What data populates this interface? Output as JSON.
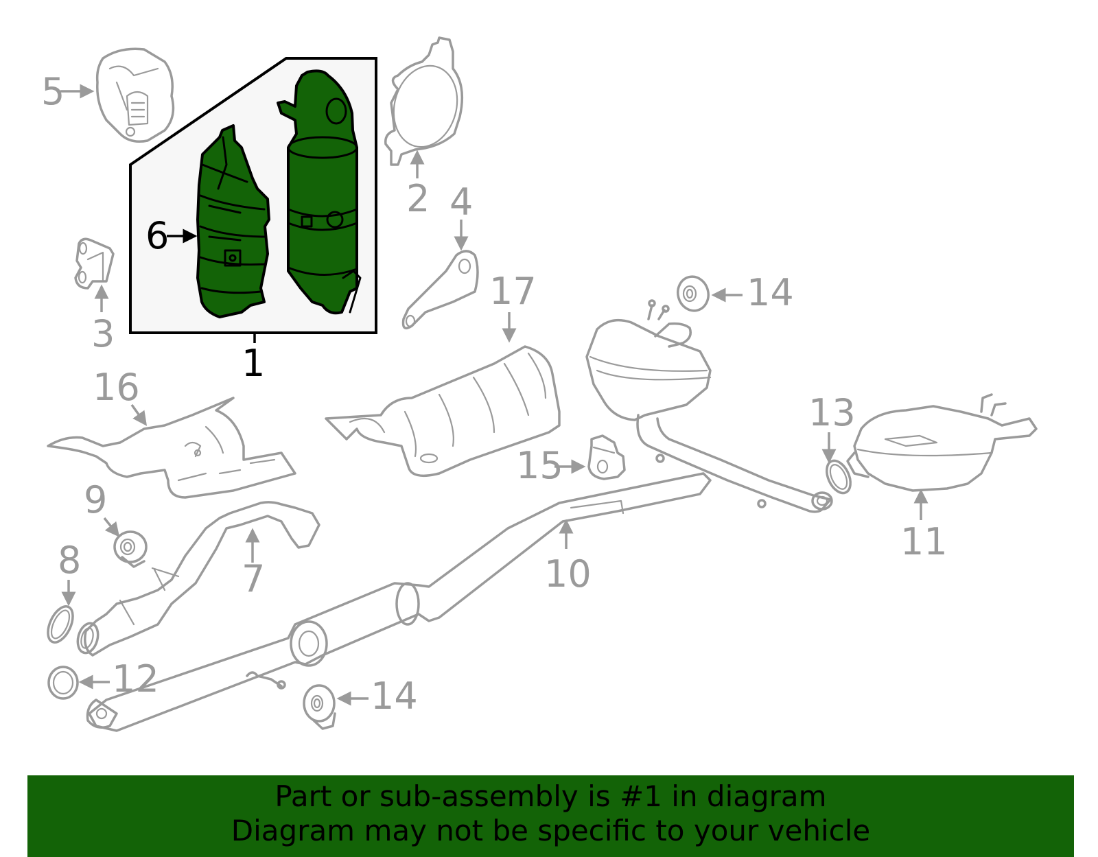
{
  "diagram": {
    "colors": {
      "highlight_fill": "#136307",
      "highlight_stroke": "#000000",
      "part_stroke": "#9a9a9a",
      "assembly_box_fill": "#f7f7f7",
      "banner_bg": "#136307",
      "banner_text": "#000000"
    },
    "callouts": [
      {
        "number": "1",
        "highlighted": true
      },
      {
        "number": "2",
        "highlighted": false
      },
      {
        "number": "3",
        "highlighted": false
      },
      {
        "number": "4",
        "highlighted": false
      },
      {
        "number": "5",
        "highlighted": false
      },
      {
        "number": "6",
        "highlighted": true
      },
      {
        "number": "7",
        "highlighted": false
      },
      {
        "number": "8",
        "highlighted": false
      },
      {
        "number": "9",
        "highlighted": false
      },
      {
        "number": "10",
        "highlighted": false
      },
      {
        "number": "11",
        "highlighted": false
      },
      {
        "number": "12",
        "highlighted": false
      },
      {
        "number": "13",
        "highlighted": false
      },
      {
        "number": "14",
        "highlighted": false
      },
      {
        "number": "14",
        "highlighted": false
      },
      {
        "number": "15",
        "highlighted": false
      },
      {
        "number": "16",
        "highlighted": false
      },
      {
        "number": "17",
        "highlighted": false
      }
    ]
  },
  "banner": {
    "line1": "Part or sub-assembly is #1 in diagram",
    "line2": "Diagram may not be specific to your vehicle"
  }
}
